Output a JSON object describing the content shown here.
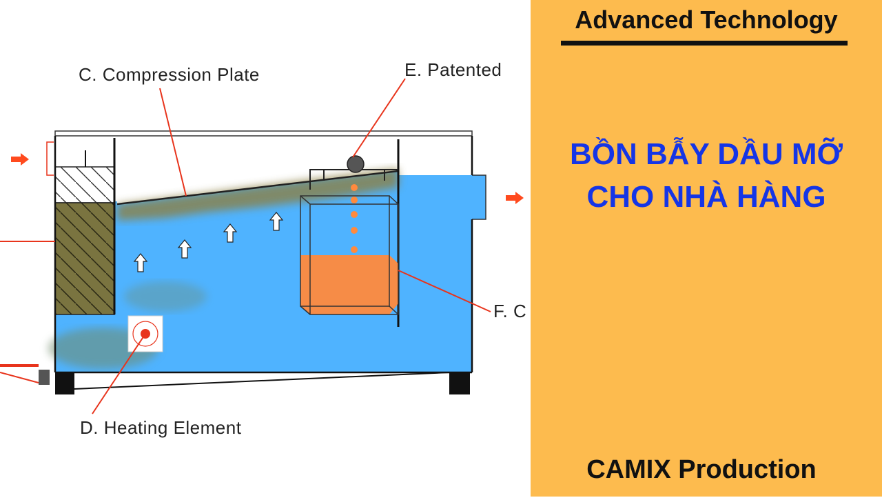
{
  "diagram": {
    "labels": {
      "compression_plate": "C. Compression Plate",
      "patented": "E. Patented",
      "heating_element": "D. Heating Element",
      "f_label": "F. C"
    },
    "colors": {
      "water": "#4fb3ff",
      "grease": "#8b8045",
      "oil": "#ff8a3d",
      "leader": "#e8341c",
      "arrow": "#ff4a1e"
    }
  },
  "panel": {
    "heading": "Advanced Technology",
    "title_line1": "BỒN BẪY DẦU MỠ",
    "title_line2": "CHO NHÀ HÀNG",
    "footer": "CAMIX Production",
    "background": "#fdbb4e",
    "title_color": "#1535e6"
  }
}
